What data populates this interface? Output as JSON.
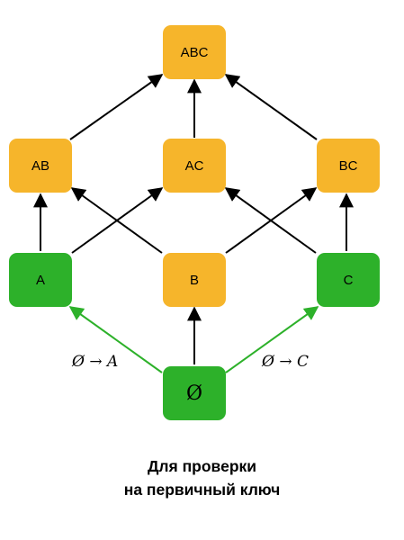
{
  "nodes": {
    "abc": "ABC",
    "ab": "AB",
    "ac": "AC",
    "bc": "BC",
    "a": "A",
    "b": "B",
    "c": "C",
    "empty": "Ø"
  },
  "edge_labels": {
    "empty_to_a": "Ø → A",
    "empty_to_c": "Ø → C"
  },
  "caption": {
    "line1": "Для проверки",
    "line2": "на первичный ключ"
  },
  "colors": {
    "superkey_node": "#F6B52B",
    "key_node": "#2DB12A",
    "arrow": "#000000",
    "key_arrow": "#2DB12A"
  }
}
